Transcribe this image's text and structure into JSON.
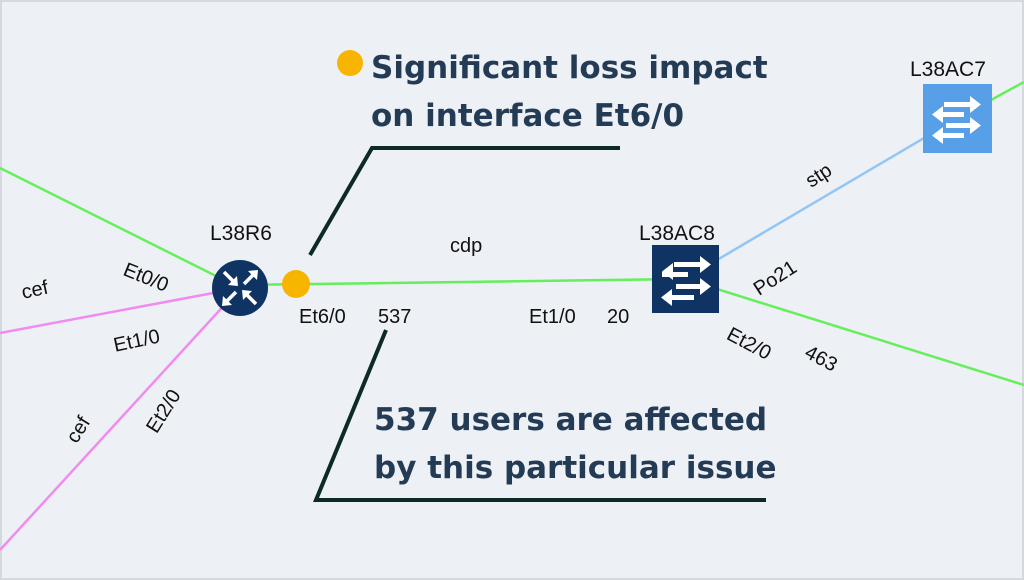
{
  "nodes": {
    "router": {
      "name": "L38R6",
      "icon": "router-icon"
    },
    "switch_ac8": {
      "name": "L38AC8",
      "icon": "switch-icon"
    },
    "switch_ac7": {
      "name": "L38AC7",
      "icon": "switch-icon"
    }
  },
  "links": {
    "r6_left_top": {
      "protocol": "cef",
      "interface": "Et0/0"
    },
    "r6_left_mid": {
      "interface": "Et1/0"
    },
    "r6_left_bottom": {
      "protocol": "cef",
      "interface": "Et2/0"
    },
    "r6_ac8": {
      "protocol": "cdp",
      "src_interface": "Et6/0",
      "src_users": "537",
      "dst_interface": "Et1/0",
      "dst_users": "20"
    },
    "ac8_ac7": {
      "protocol": "stp",
      "interface": "Po21"
    },
    "ac8_right": {
      "interface": "Et2/0",
      "users": "463"
    }
  },
  "callouts": {
    "loss": {
      "line1": "Significant loss impact",
      "line2": "on interface Et6/0"
    },
    "users": {
      "line1": "537 users are affected",
      "line2": "by this particular issue"
    }
  },
  "colors": {
    "green_link": "#66ee5c",
    "pink_link": "#f08cf0",
    "blue_link": "#93c6f5",
    "alert": "#f8b500",
    "router": "#0f3463",
    "ac7": "#579fe6"
  }
}
